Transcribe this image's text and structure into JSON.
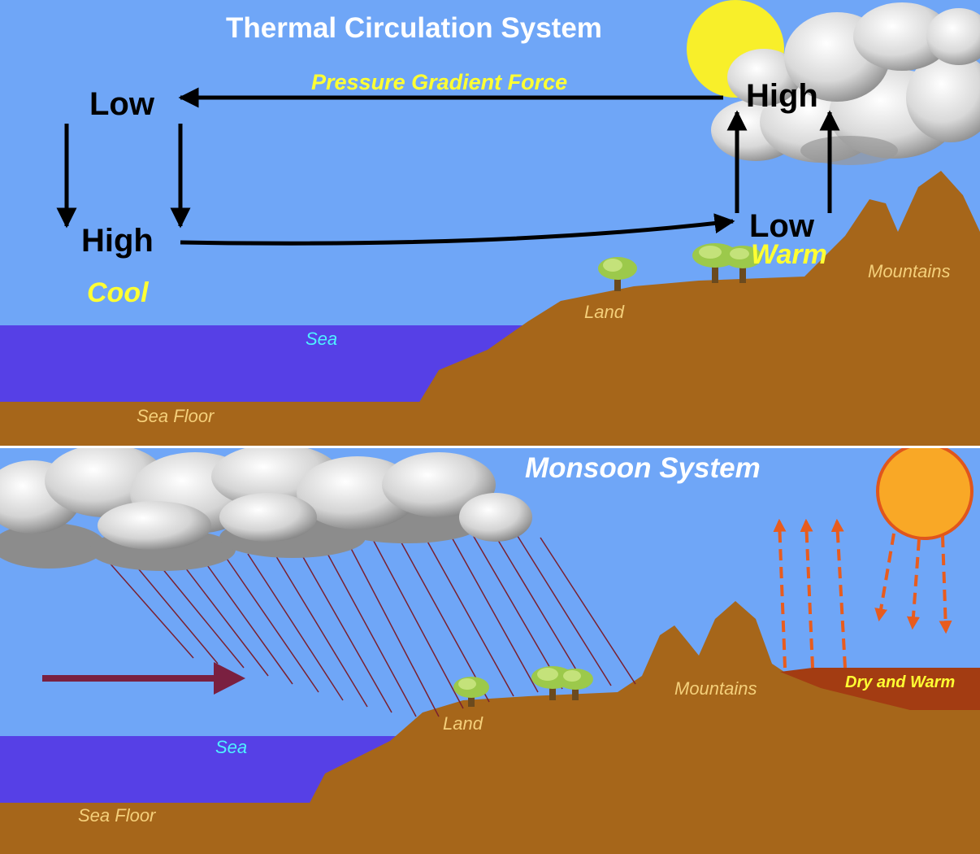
{
  "colors": {
    "sky": "#6fa6f7",
    "sea": "#5640e6",
    "ground": "#a6661a",
    "dry_soil": "#a33c12",
    "sun_top": "#f8ef2a",
    "sun_bottom": "#f9a826",
    "sun_outline": "#e0561c",
    "rain": "#7a2030",
    "wind_arrow": "#7a2040",
    "heat_arrow": "#e85c1e"
  },
  "thermal": {
    "title": "Thermal Circulation System",
    "force_label": "Pressure Gradient Force",
    "sea_low": "Low",
    "sea_high": "High",
    "land_high": "High",
    "land_low": "Low",
    "cool": "Cool",
    "warm": "Warm",
    "sea": "Sea",
    "sea_floor": "Sea Floor",
    "land": "Land",
    "mountains": "Mountains"
  },
  "monsoon": {
    "title": "Monsoon System",
    "sea": "Sea",
    "sea_floor": "Sea Floor",
    "land": "Land",
    "mountains": "Mountains",
    "dry_warm": "Dry and Warm"
  },
  "icons": [
    "sun-icon",
    "cloud-icon",
    "tree-icon",
    "rain-icon",
    "wind-arrow-icon",
    "heat-arrow-icon"
  ]
}
